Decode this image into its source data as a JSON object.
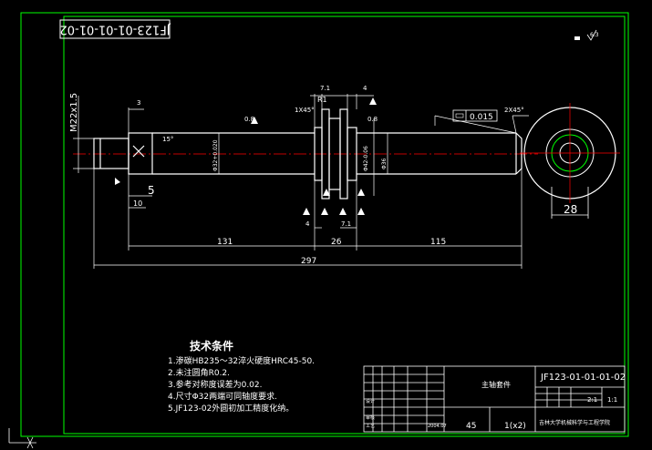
{
  "drawing_number_rotated": "JF123-01-01-01-02",
  "drawing_number": "JF123-01-01-01-02",
  "part_name": "主轴套件",
  "material": "45",
  "quantity": "1(x2)",
  "scale": "1:1",
  "sheet": "2:1",
  "school": "吉林大学机械科学与工程学院",
  "roughness_corner": "6.3",
  "dims": {
    "thread": "M22x1.5",
    "d3": "3",
    "angle15": "15°",
    "chamfer1": "1X45°",
    "r1": "R1",
    "d71a": "7.1",
    "d4a": "4",
    "tol": "0.015",
    "chamfer2": "2X45°",
    "d5": "5",
    "d10": "10",
    "d4b": "4",
    "d71b": "7.1",
    "d131": "131",
    "d26": "26",
    "d115": "115",
    "d297": "297",
    "d28": "28",
    "rough08a": "0.8",
    "dia_main": "Φ32+0.020",
    "dia_b": "Φ42-0.06",
    "dia_c": "Φ36",
    "rough08b": "0.8"
  },
  "notes": {
    "title": "技术条件",
    "lines": [
      "1.渗碳HB235～32淬火硬度HRC45-50.",
      "2.未注圆角R0.2.",
      "3.参考对称度误差为0.02.",
      "4.尺寸Φ32两端可同轴度要求.",
      "5.JF123-02外圆初加工精度化纳。"
    ]
  },
  "title_block": {
    "design": "设计",
    "check": "审核",
    "process": "工艺",
    "date": "2004.07"
  }
}
